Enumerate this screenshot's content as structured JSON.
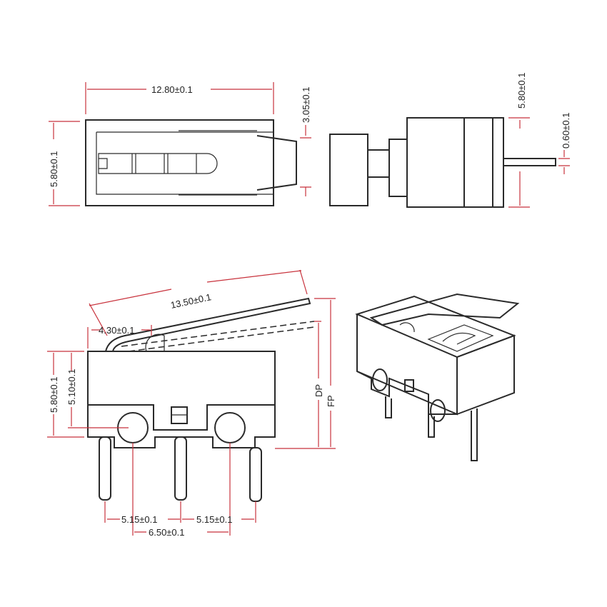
{
  "colors": {
    "outline": "#2a2a2a",
    "dimension": "#c8323c",
    "background": "#ffffff"
  },
  "top_view": {
    "length": "12.80±0.1",
    "width": "5.80±0.1",
    "plunger": "3.05±0.1"
  },
  "side_view": {
    "height": "5.80±0.1",
    "pin": "0.60±0.1"
  },
  "front_view": {
    "lever": "13.50±0.1",
    "lever_offset": "4.30±0.1",
    "height_total": "5.80±0.1",
    "height_hole": "5.10±0.1",
    "pitch_left": "5.15±0.1",
    "pitch_right": "5.15±0.1",
    "hole_spacing": "6.50±0.1",
    "dp": "DP",
    "fp": "FP"
  }
}
